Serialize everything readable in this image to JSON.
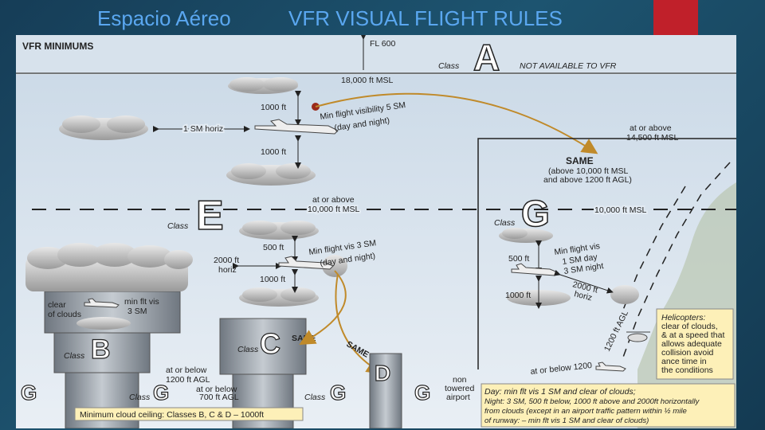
{
  "slide": {
    "title_left": "Espacio Aéreo",
    "title_right": "VFR VISUAL FLIGHT RULES",
    "accent_color": "#c0202a",
    "title_color": "#5aa7f0"
  },
  "diagram": {
    "header": "VFR MINIMUMS",
    "fl600": "FL 600",
    "class_word": "Class",
    "class_a": {
      "letter": "A",
      "note": "NOT AVAILABLE TO VFR"
    },
    "msl_18000": "18,000 ft MSL",
    "upper": {
      "above": "1000 ft",
      "horiz": "1 SM horiz",
      "below": "1000 ft",
      "vis_line1": "Min flight visibility 5 SM",
      "vis_line2": "(day and night)"
    },
    "g_boundary": {
      "line1": "at or above",
      "line2": "14,500 ft MSL"
    },
    "same_upper": {
      "title": "SAME",
      "line1": "(above 10,000 ft MSL",
      "line2": "and above 1200 ft AGL)"
    },
    "class_e": {
      "letter": "E",
      "at_or_above": "at or above",
      "msl_10000": "10,000 ft MSL"
    },
    "mid": {
      "above": "500 ft",
      "horiz1": "2000 ft",
      "horiz2": "horiz",
      "below": "1000 ft",
      "vis_line1": "Min flight vis 3 SM",
      "vis_line2": "(day and night)"
    },
    "class_g": {
      "letter": "G",
      "msl_10000": "10,000 ft MSL",
      "above": "500 ft",
      "vis1": "Min flight vis",
      "vis2": "1 SM day",
      "vis3": "3 SM night",
      "horiz1": "2000 ft",
      "horiz2": "horiz",
      "below": "1000 ft",
      "agl_1200": "1200 ft AGL",
      "at_or_below": "at or below 1200"
    },
    "class_b": {
      "letter": "B",
      "clear1": "clear",
      "clear2": "of clouds",
      "vis1": "min flt vis",
      "vis2": "3 SM"
    },
    "class_c": {
      "letter": "C",
      "same": "SAME",
      "at_or_below": "at or below",
      "agl": "1200 ft AGL"
    },
    "class_d": {
      "letter": "D",
      "same": "SAME",
      "non1": "non",
      "non2": "towered",
      "non3": "airport"
    },
    "class_g_small": {
      "letter": "G",
      "agl_700": "at or below",
      "agl_700b": "700 ft AGL"
    },
    "ceiling": "Minimum cloud ceiling: Classes B, C & D – 1000ft",
    "helicopters": {
      "title": "Helicopters:",
      "lines": [
        "clear of clouds,",
        "& at a speed that",
        "allows adequate",
        "collision avoid",
        "ance time in",
        "the conditions"
      ]
    },
    "day_night": {
      "day": "Day: min flt vis 1 SM and clear of clouds;",
      "night1": "Night: 3 SM, 500 ft below, 1000 ft above and 2000ft horizontally",
      "night2": "from clouds (except in an airport traffic pattern within ½ mile",
      "night3": "of runway: – min flt vis 1 SM and clear of clouds)"
    }
  }
}
